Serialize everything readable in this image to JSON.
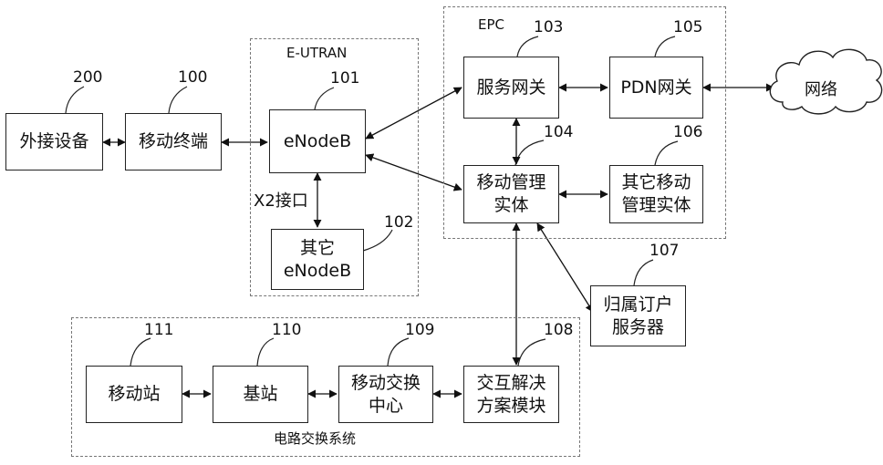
{
  "groups": {
    "eutran": "E-UTRAN",
    "epc": "EPC",
    "circuit": "电路交换系统"
  },
  "nodes": {
    "external_device": {
      "label": "外接设备",
      "ref": "200"
    },
    "mobile_terminal": {
      "label": "移动终端",
      "ref": "100"
    },
    "enodeb": {
      "label": "eNodeB",
      "ref": "101"
    },
    "other_enodeb": {
      "line1": "其它",
      "line2": "eNodeB",
      "ref": "102"
    },
    "serving_gateway": {
      "label": "服务网关",
      "ref": "103"
    },
    "mme": {
      "line1": "移动管理",
      "line2": "实体",
      "ref": "104"
    },
    "pdn_gateway": {
      "label": "PDN网关",
      "ref": "105"
    },
    "other_mme": {
      "line1": "其它移动",
      "line2": "管理实体",
      "ref": "106"
    },
    "hss": {
      "line1": "归属订户",
      "line2": "服务器",
      "ref": "107"
    },
    "iws": {
      "line1": "交互解决",
      "line2": "方案模块",
      "ref": "108"
    },
    "msc": {
      "line1": "移动交换",
      "line2": "中心",
      "ref": "109"
    },
    "base_station": {
      "label": "基站",
      "ref": "110"
    },
    "mobile_station": {
      "label": "移动站",
      "ref": "111"
    },
    "network": {
      "label": "网络"
    }
  },
  "interfaces": {
    "x2": "X2接口"
  }
}
